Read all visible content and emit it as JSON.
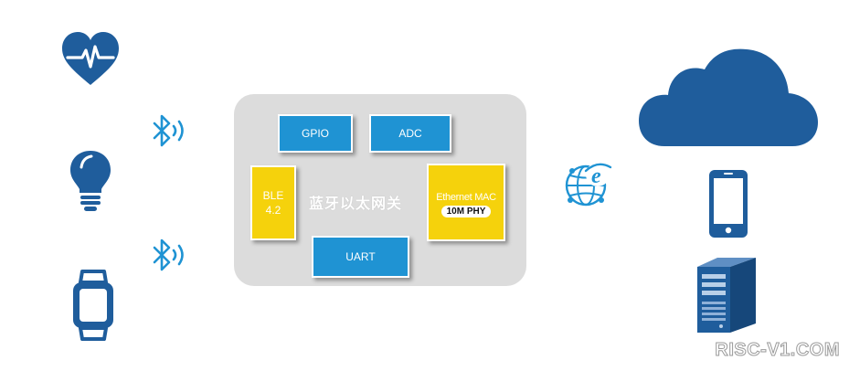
{
  "colors": {
    "icon_blue": "#1f5d9c",
    "chip_blue": "#1f93d3",
    "chip_yellow": "#f5d20c",
    "panel_gray": "#dcdcdc"
  },
  "devices": [
    {
      "icon": "heart-pulse-icon"
    },
    {
      "icon": "light-bulb-icon"
    },
    {
      "icon": "smartwatch-icon"
    }
  ],
  "links": [
    {
      "icon": "bluetooth-icon"
    },
    {
      "icon": "bluetooth-icon"
    },
    {
      "icon": "internet-explorer-icon"
    }
  ],
  "gateway": {
    "title": "蓝牙以太网关",
    "gpio": "GPIO",
    "adc": "ADC",
    "ble_line1": "BLE",
    "ble_line2": "4.2",
    "uart": "UART",
    "eth_mac": "Ethernet MAC",
    "phy": "10M PHY"
  },
  "endpoints": [
    {
      "icon": "cloud-icon"
    },
    {
      "icon": "smartphone-icon"
    },
    {
      "icon": "server-icon"
    }
  ],
  "watermark": "RISC-V1.COM"
}
